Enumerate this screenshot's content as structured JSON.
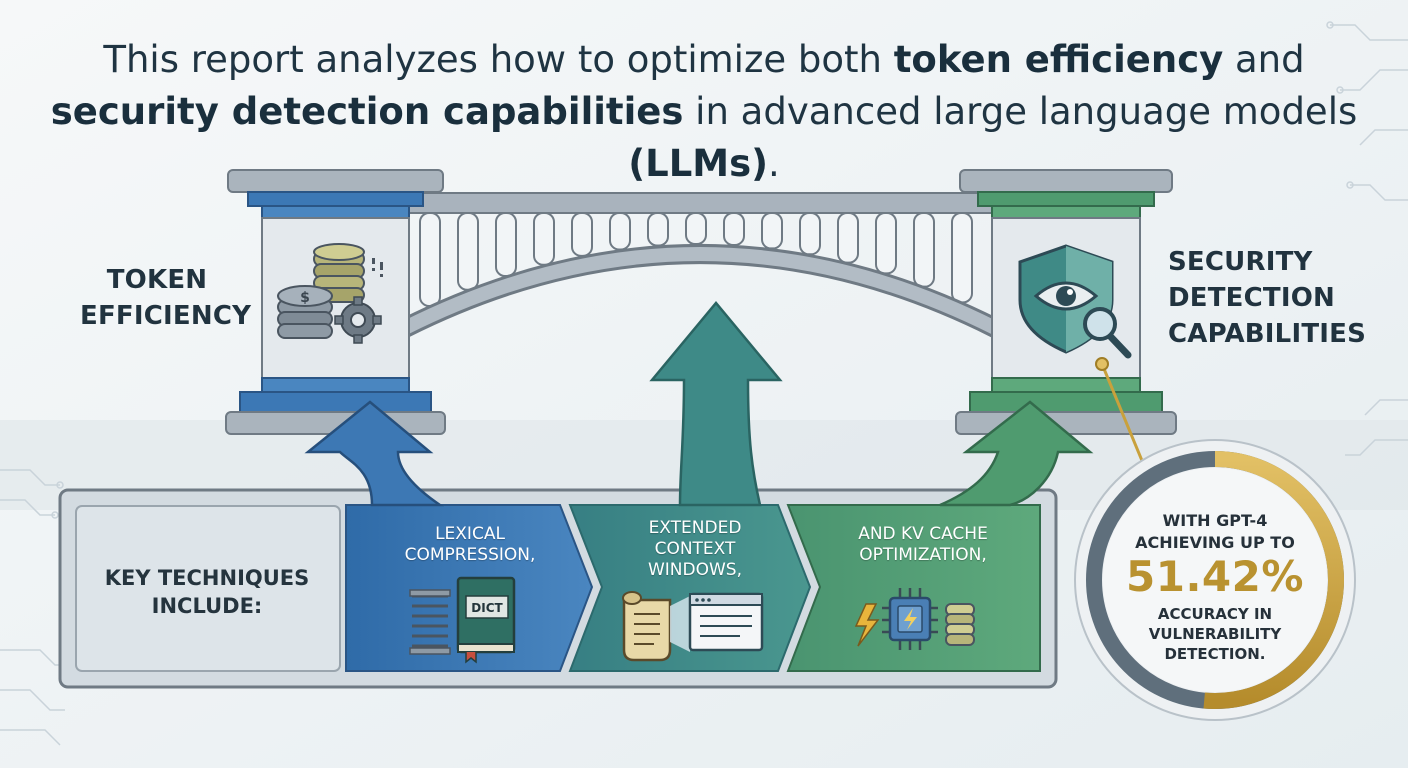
{
  "headline": {
    "part1": "This report analyzes how to optimize both ",
    "bold1": "token efficiency",
    "part2": " and ",
    "bold2": "security detection capabilities",
    "part3": " in advanced large language models ",
    "bold3": "(LLMs)",
    "part4": "."
  },
  "left_pillar": {
    "line1": "TOKEN",
    "line2": "EFFICIENCY",
    "icon": "coins-gear-icon"
  },
  "right_pillar": {
    "line1": "SECURITY",
    "line2": "DETECTION",
    "line3": "CAPABILITIES",
    "icon": "shield-eye-magnifier-icon"
  },
  "techniques": {
    "intro_line1": "KEY TECHNIQUES",
    "intro_line2": "INCLUDE:",
    "steps": [
      {
        "line1": "LEXICAL",
        "line2": "COMPRESSION,",
        "icon": "spring-dictionary-icon",
        "icon_text": "DICT"
      },
      {
        "line1": "EXTENDED",
        "line2": "CONTEXT",
        "line3": "WINDOWS,",
        "icon": "scroll-window-icon"
      },
      {
        "line1": "AND KV CACHE",
        "line2": "OPTIMIZATION,",
        "icon": "chip-lightning-icon"
      }
    ]
  },
  "stat": {
    "pre_line1": "WITH GPT-4",
    "pre_line2": "ACHIEVING UP TO",
    "value": "51.42%",
    "post_line1": "ACCURACY IN",
    "post_line2": "VULNERABILITY",
    "post_line3": "DETECTION.",
    "gauge_fraction": 0.5142
  },
  "colors": {
    "blue": "#3d78b4",
    "teal": "#3e8a87",
    "green": "#4f9b6f",
    "gold": "#c9a13c",
    "bridge_gray": "#a9b3bd"
  }
}
